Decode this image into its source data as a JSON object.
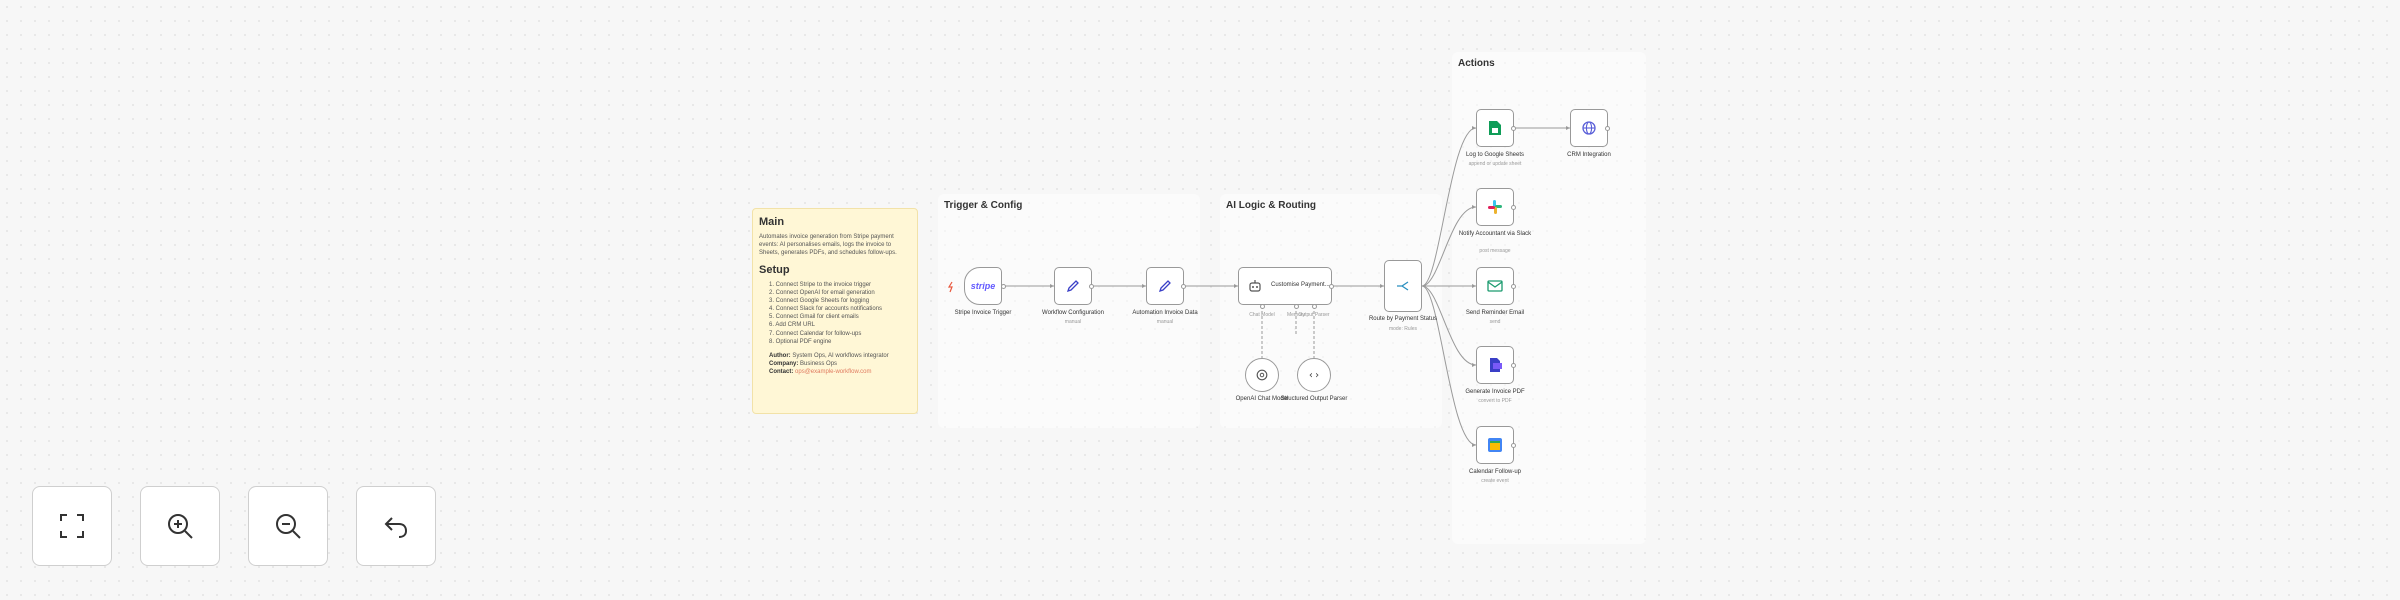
{
  "note": {
    "main_title": "Main",
    "main_text": "Automates invoice generation from Stripe payment events: AI personalises emails, logs the invoice to Sheets, generates PDFs, and schedules follow-ups.",
    "setup_title": "Setup",
    "steps": [
      "1. Connect Stripe to the invoice trigger",
      "2. Connect OpenAI for email generation",
      "3. Connect Google Sheets for logging",
      "4. Connect Slack for accounts notifications",
      "5. Connect Gmail for client emails",
      "6. Add CRM URL",
      "7. Connect Calendar for follow-ups",
      "8. Optional PDF engine"
    ],
    "author_label": "Author:",
    "author_value": "System Ops, AI workflows integrator",
    "company_label": "Company:",
    "company_value": "Business Ops",
    "contact_label": "Contact:",
    "contact_value": "ops@example-workflow.com"
  },
  "groups": {
    "trigger": "Trigger & Config",
    "ai": "AI Logic & Routing",
    "actions": "Actions"
  },
  "nodes": {
    "stripe": {
      "label": "Stripe Invoice Trigger",
      "sub": ""
    },
    "workflow_config": {
      "label": "Workflow Configuration",
      "sub": "manual"
    },
    "invoice_data": {
      "label": "Automation Invoice Data",
      "sub": "manual"
    },
    "agent": {
      "label": "Customise Payment...",
      "sub": ""
    },
    "openai": {
      "label": "OpenAI Chat Model",
      "sub": ""
    },
    "parser": {
      "label": "Structured Output Parser",
      "sub": ""
    },
    "route": {
      "label": "Route by Payment Status",
      "sub": "mode: Rules"
    },
    "sheets": {
      "label": "Log to Google Sheets",
      "sub": "append or update sheet"
    },
    "crm": {
      "label": "CRM Integration",
      "sub": ""
    },
    "slack": {
      "label": "Notify Accountant via Slack",
      "sub": "post message"
    },
    "gmail": {
      "label": "Send Reminder Email",
      "sub": "send"
    },
    "pdf": {
      "label": "Generate Invoice PDF",
      "sub": "convert to PDF"
    },
    "calendar": {
      "label": "Calendar Follow-up",
      "sub": "create event"
    }
  },
  "ports": {
    "chat_model": "Chat Model",
    "memory": "Memory",
    "output_parser": "Output Parser"
  },
  "controls": {
    "fit": "fit-view",
    "zoom_in": "zoom-in",
    "zoom_out": "zoom-out",
    "undo": "undo"
  },
  "colors": {
    "stripe": "#635bff",
    "sheets": "#0f9d58",
    "gmail": "#1a9a6e",
    "calendar": "#4285f4",
    "pdf": "#3a3fc7",
    "crm": "#5a5fd8"
  }
}
